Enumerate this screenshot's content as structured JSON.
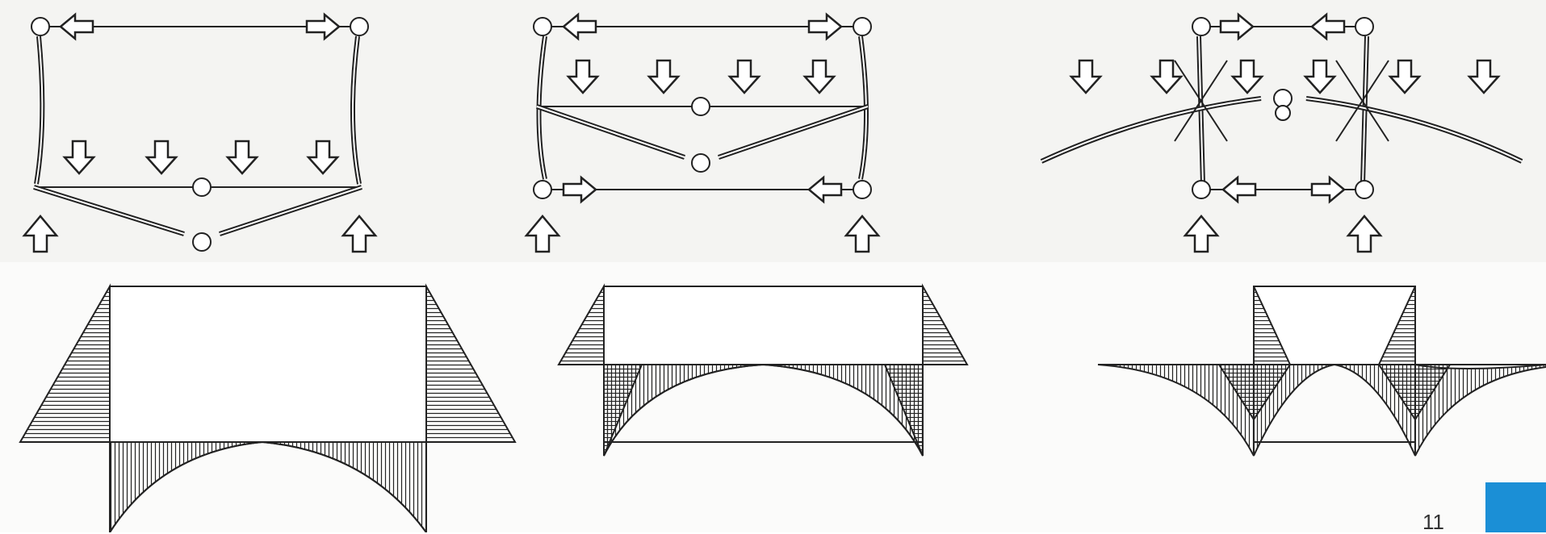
{
  "page": {
    "number": "11"
  },
  "colors": {
    "line": "#222222",
    "paper": "#f4f4f2",
    "accent": "#1b8fd6"
  },
  "figure": {
    "top_row": [
      "frame-diagram-left",
      "frame-diagram-middle",
      "frame-diagram-right"
    ],
    "bottom_row": [
      "moment-diagram-left",
      "moment-diagram-middle",
      "moment-diagram-right"
    ]
  }
}
